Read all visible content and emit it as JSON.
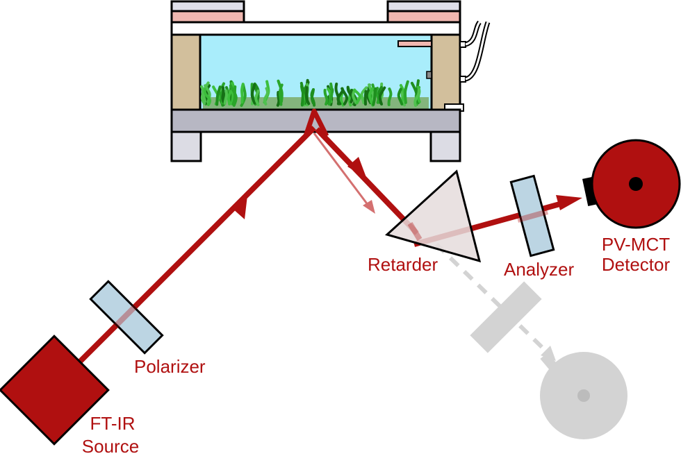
{
  "labels": {
    "source_line1": "FT-IR",
    "source_line2": "Source",
    "polarizer": "Polarizer",
    "retarder": "Retarder",
    "analyzer": "Analyzer",
    "detector_line1": "PV-MCT",
    "detector_line2": "Detector"
  },
  "colors": {
    "beam": "#b01010",
    "label": "#b01010",
    "optic_fill": "#bcd5e3",
    "retarder_fill": "#e5dcdc",
    "water": "#a9edfb",
    "cell_walls": "#d2bf9c",
    "base_plate": "#b7b7c3",
    "feet": "#dcdce4",
    "lid_stripe": "#f0b7b0",
    "lid_pad": "#e0e0ea",
    "ghost": "#d3d3d3",
    "plants": "#2aa52a"
  },
  "icons": {
    "source": "source-square-icon",
    "detector": "detector-disc-icon",
    "ghost_detector": "ghost-detector-icon"
  }
}
